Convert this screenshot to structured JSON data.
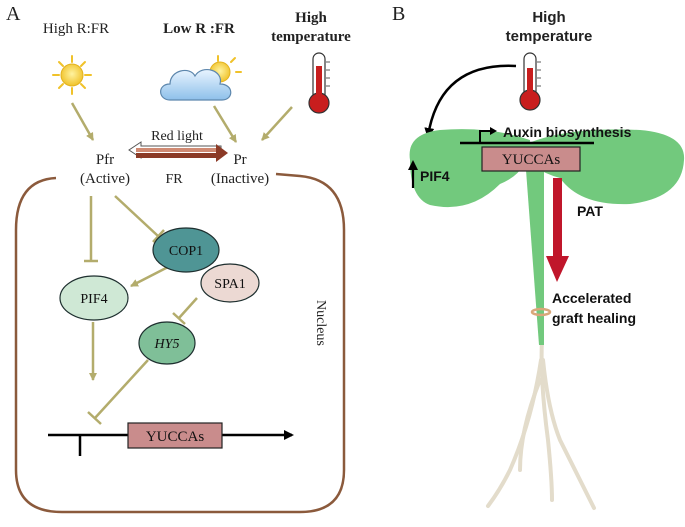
{
  "panel_a": {
    "letter": "A",
    "conditions": {
      "high_r_fr": "High R:FR",
      "low_r_fr": "Low R :FR",
      "high_temp_line1": "High",
      "high_temp_line2": "temperature"
    },
    "photoreceptor": {
      "pfr": "Pfr",
      "pfr_state": "(Active)",
      "pr": "Pr",
      "pr_state": "(Inactive)",
      "red_light": "Red light",
      "fr": "FR"
    },
    "nucleus_label": "Nucleus",
    "nodes": {
      "cop1": "COP1",
      "spa1": "SPA1",
      "pif4": "PIF4",
      "hy5": "HY5"
    },
    "gene": "YUCCAs",
    "colors": {
      "pathway_arrow": "#b3ac6c",
      "nucleus_border": "#8b5a3c",
      "cop1": "#4f9595",
      "spa1": "#ecd9d3",
      "pif4": "#cfe8d5",
      "hy5": "#7fbf98",
      "gene_box": "#c98c8c"
    }
  },
  "panel_b": {
    "letter": "B",
    "high_temp_line1": "High",
    "high_temp_line2": "temperature",
    "auxin": "Auxin biosynthesis",
    "gene": "YUCCAs",
    "pif4": "PIF4",
    "pat": "PAT",
    "healing_line1": "Accelerated",
    "healing_line2": "graft healing",
    "colors": {
      "cotyledon": "#72c97d",
      "pat_arrow": "#c0162b",
      "root": "#e3dccb",
      "graft_ring": "#d9a77a"
    }
  }
}
